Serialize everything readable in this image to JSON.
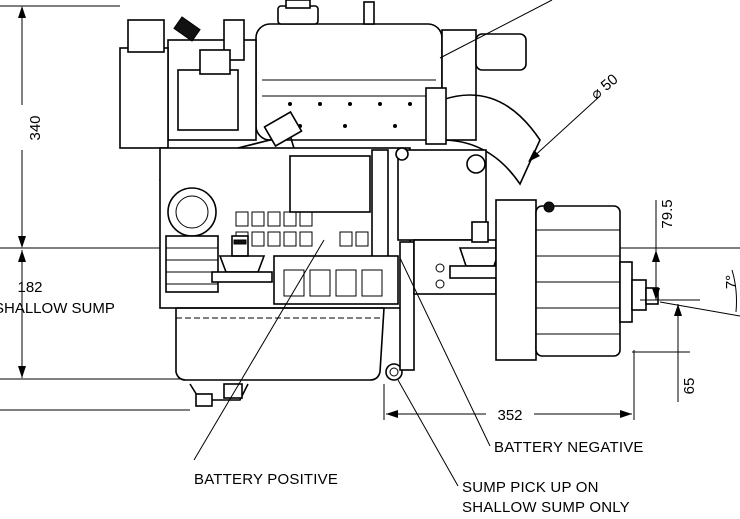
{
  "dimensions": {
    "height_340": "340",
    "height_182": "182",
    "shallow_sump": "SHALLOW SUMP",
    "width_352": "352",
    "height_79_5": "79.5",
    "height_65": "65",
    "diameter_50": "⌀ 50",
    "angle_7": "7°"
  },
  "labels": {
    "battery_positive": "BATTERY POSITIVE",
    "battery_negative": "BATTERY NEGATIVE",
    "sump_line1": "SUMP PICK UP ON",
    "sump_line2": "SHALLOW SUMP ONLY"
  }
}
